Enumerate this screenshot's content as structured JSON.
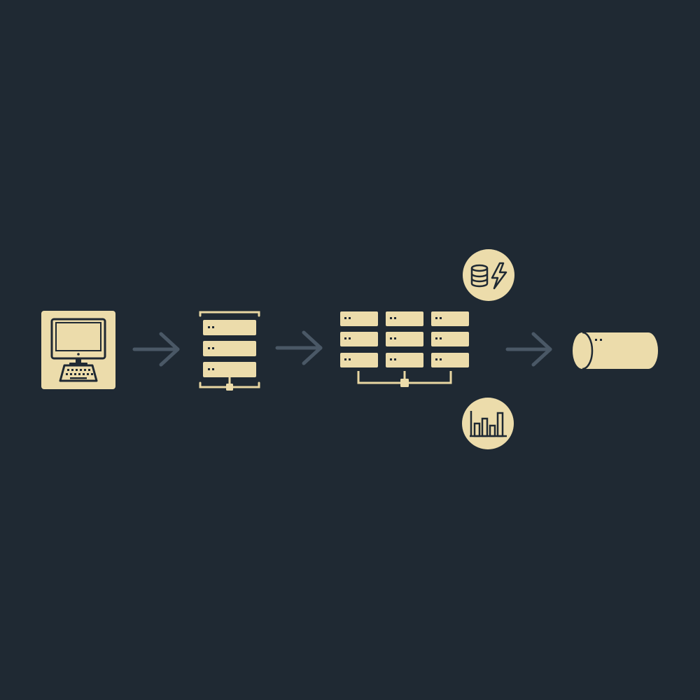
{
  "colors": {
    "background": "#1f2933",
    "node_fill": "#ecdcab",
    "node_stroke": "#e8d6a2",
    "arrow": "#4a5866",
    "ink": "#1f2933"
  },
  "nodes": [
    {
      "id": "client",
      "icon": "desktop-computer-icon"
    },
    {
      "id": "server",
      "icon": "server-rack-icon"
    },
    {
      "id": "cluster",
      "icon": "server-cluster-icon"
    },
    {
      "id": "cache",
      "icon": "database-lightning-icon"
    },
    {
      "id": "analytics",
      "icon": "bar-chart-icon"
    },
    {
      "id": "storage",
      "icon": "storage-cylinder-icon"
    }
  ],
  "edges": [
    {
      "from": "client",
      "to": "server"
    },
    {
      "from": "server",
      "to": "cluster"
    },
    {
      "from": "cluster",
      "to": "storage"
    }
  ]
}
